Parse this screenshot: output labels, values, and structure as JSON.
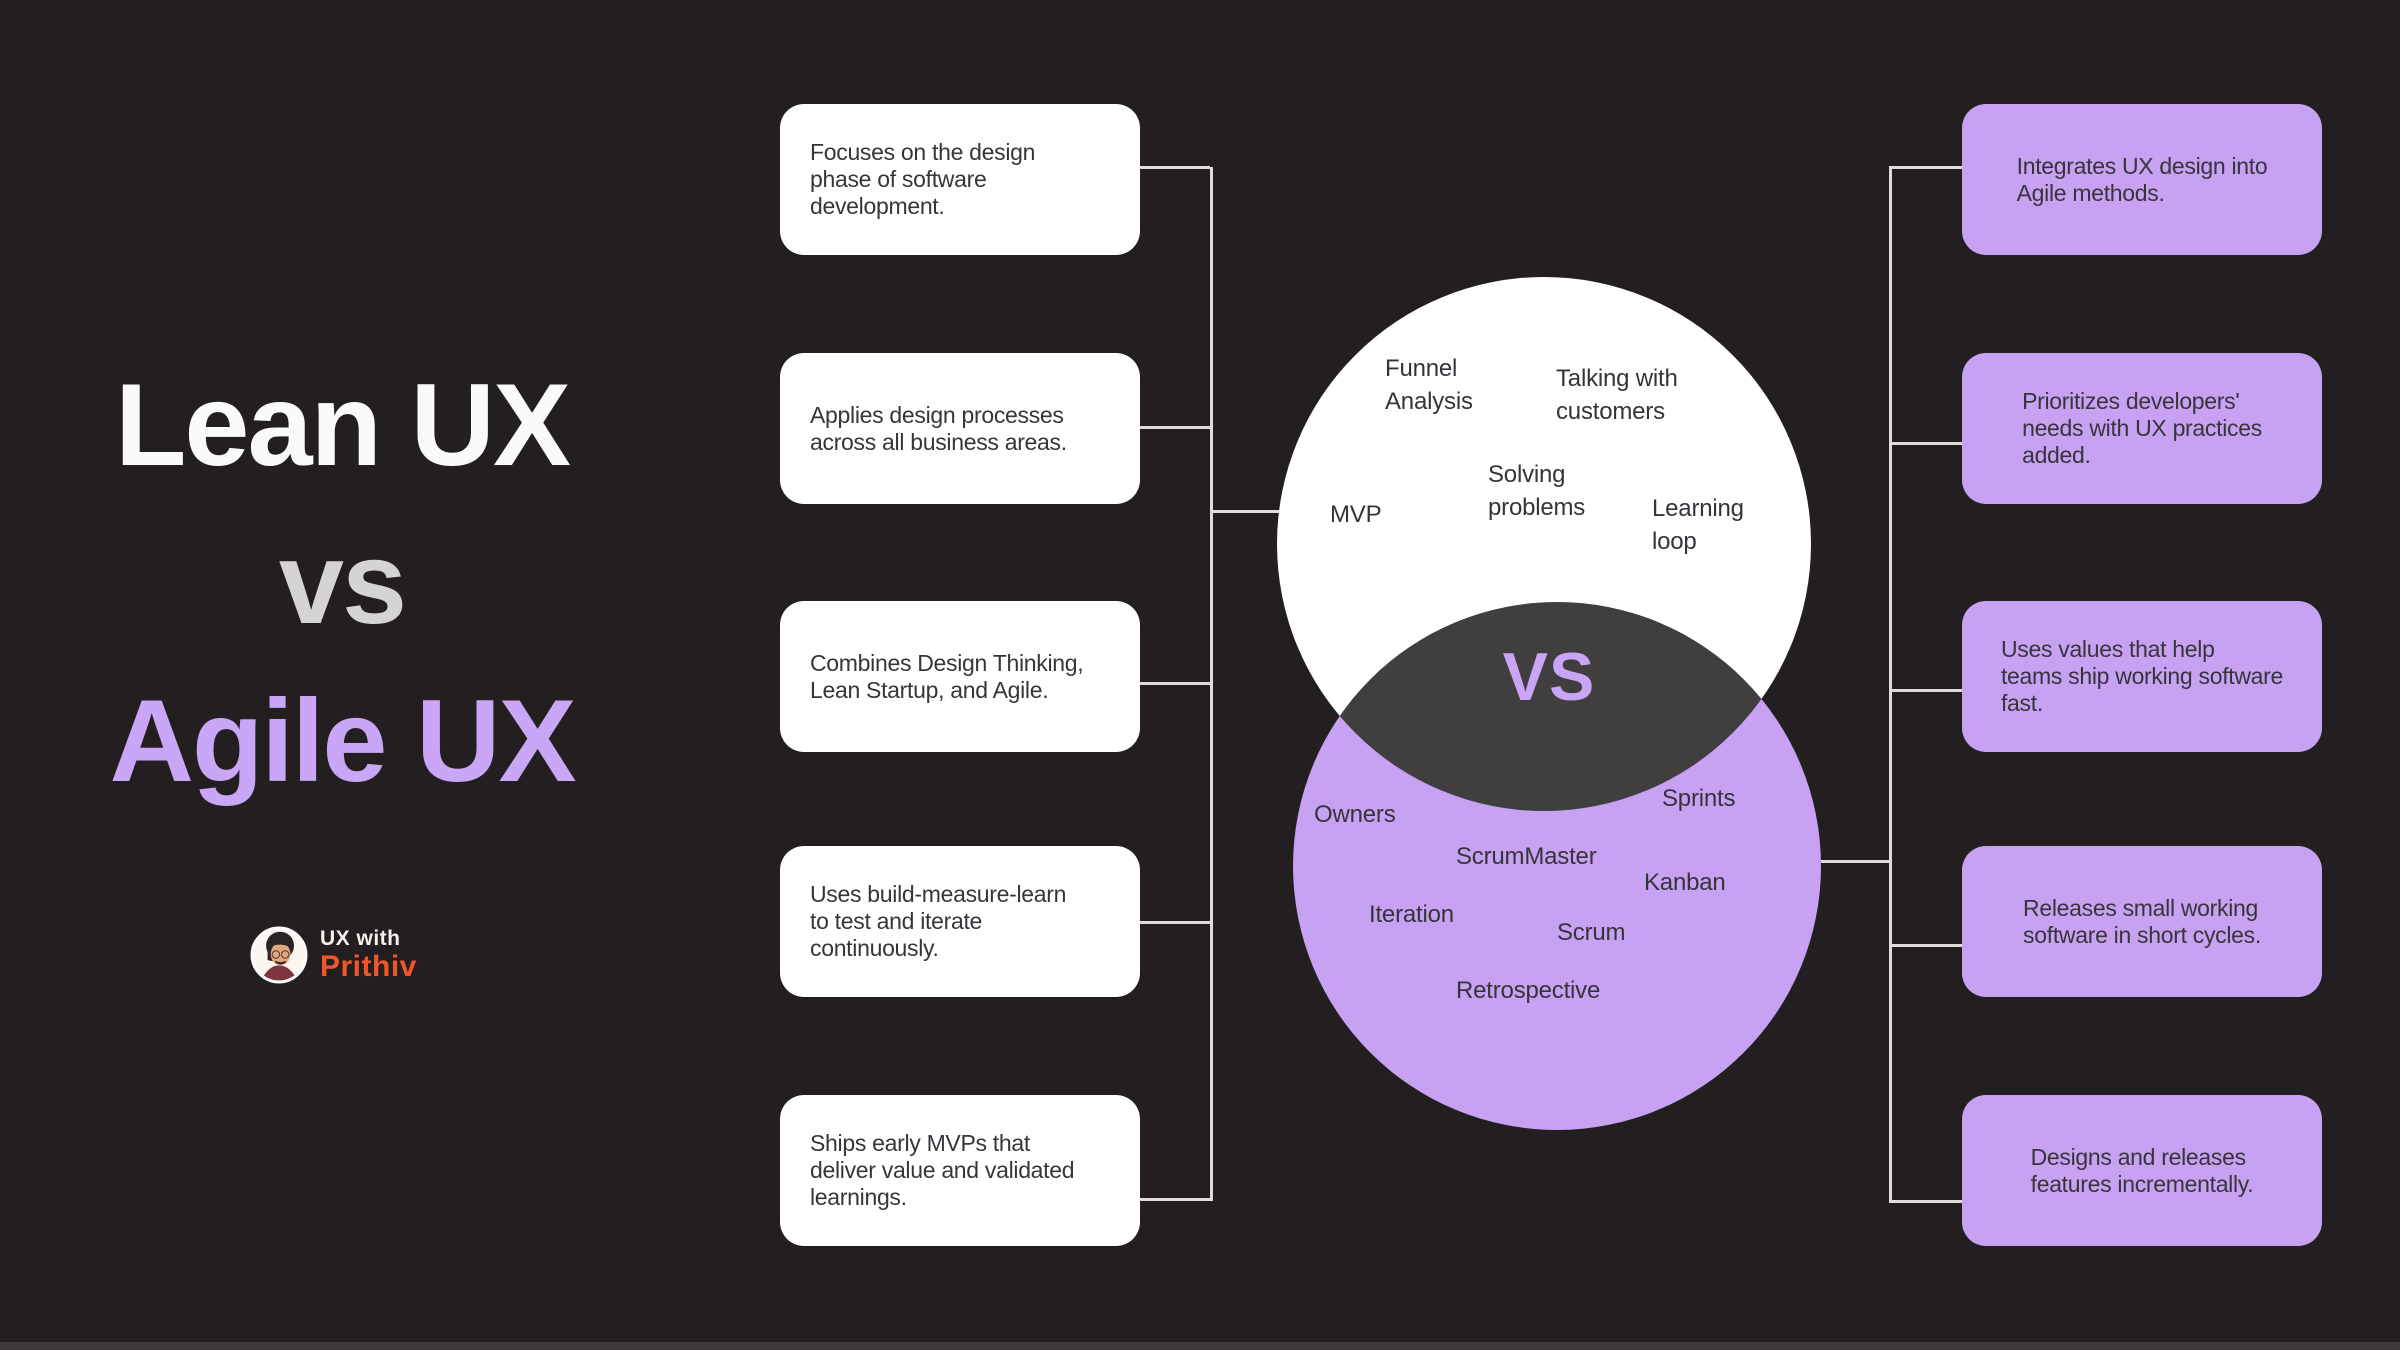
{
  "title": {
    "line1": "Lean UX",
    "line2": "vs",
    "line3": "Agile UX"
  },
  "logo": {
    "prefix": "UX with",
    "name": "Prithiv",
    "avatar": "person-avatar-icon"
  },
  "lean_cards": [
    "Focuses on the design\nphase of software\ndevelopment.",
    "Applies design processes\nacross all business areas.",
    "Combines Design Thinking,\nLean Startup, and Agile.",
    "Uses build-measure-learn\nto test and iterate\ncontinuously.",
    "Ships early MVPs that\ndeliver value and validated\nlearnings."
  ],
  "agile_cards": [
    "Integrates UX design into\nAgile methods.",
    "Prioritizes developers'\nneeds with UX practices\nadded.",
    "Uses values that help\nteams ship working software\nfast.",
    "Releases small working\nsoftware in short cycles.",
    "Designs and releases\nfeatures incrementally."
  ],
  "venn": {
    "vs_label": "VS",
    "lean_terms": [
      "Funnel\nAnalysis",
      "Talking with\ncustomers",
      "MVP",
      "Solving\nproblems",
      "Learning\nloop"
    ],
    "agile_terms": [
      "Owners",
      "Sprints",
      "ScrumMaster",
      "Kanban",
      "Iteration",
      "Scrum",
      "Retrospective"
    ]
  },
  "colors": {
    "background": "#231F20",
    "lean_card": "#FFFFFF",
    "agile_card": "#C7A1F2",
    "title_purple": "#C9A6F6",
    "title_gray": "#D5D3D3",
    "overlap_dark": "#413E40",
    "text_dark": "#38343B",
    "connector": "#DFDCDA",
    "logo_orange": "#F0562B",
    "vs_purple": "#C9A5F7"
  }
}
